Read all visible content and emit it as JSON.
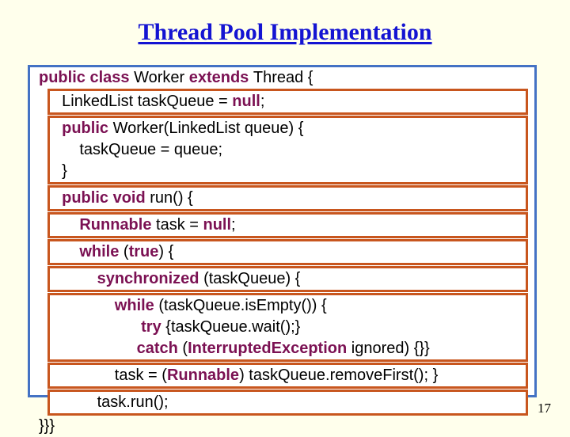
{
  "slide": {
    "title": "Thread Pool Implementation",
    "page_number": "17",
    "title_color": "#1414d2",
    "background_color": "#ffffec",
    "frame_border_color": "#4472c4",
    "box_border_color": "#c8561e",
    "keyword_color": "#7b1153",
    "identifier_color": "#000000"
  },
  "code": {
    "language": "java",
    "header_line": {
      "indent": "",
      "segments": [
        {
          "text": "public class ",
          "kind": "keyword"
        },
        {
          "text": "Worker ",
          "kind": "identifier"
        },
        {
          "text": "extends ",
          "kind": "keyword"
        },
        {
          "text": "Thread {",
          "kind": "identifier"
        }
      ]
    },
    "blocks": [
      {
        "id": "field-declaration",
        "lines": [
          {
            "indent": "  ",
            "segments": [
              {
                "text": "LinkedList taskQueue = ",
                "kind": "identifier"
              },
              {
                "text": "null",
                "kind": "keyword"
              },
              {
                "text": ";",
                "kind": "identifier"
              }
            ]
          }
        ]
      },
      {
        "id": "constructor",
        "lines": [
          {
            "indent": "  ",
            "segments": [
              {
                "text": "public ",
                "kind": "keyword"
              },
              {
                "text": "Worker(LinkedList queue) {",
                "kind": "identifier"
              }
            ]
          },
          {
            "indent": "      ",
            "segments": [
              {
                "text": "taskQueue = queue;",
                "kind": "identifier"
              }
            ]
          },
          {
            "indent": "  ",
            "segments": [
              {
                "text": "}",
                "kind": "identifier"
              }
            ]
          }
        ]
      },
      {
        "id": "run-method-signature",
        "lines": [
          {
            "indent": "  ",
            "segments": [
              {
                "text": "public void ",
                "kind": "keyword"
              },
              {
                "text": "run() {",
                "kind": "identifier"
              }
            ]
          }
        ]
      },
      {
        "id": "task-variable",
        "lines": [
          {
            "indent": "      ",
            "segments": [
              {
                "text": "Runnable ",
                "kind": "keyword"
              },
              {
                "text": "task = ",
                "kind": "identifier"
              },
              {
                "text": "null",
                "kind": "keyword"
              },
              {
                "text": ";",
                "kind": "identifier"
              }
            ]
          }
        ]
      },
      {
        "id": "while-true-loop",
        "lines": [
          {
            "indent": "      ",
            "segments": [
              {
                "text": "while ",
                "kind": "keyword"
              },
              {
                "text": "(",
                "kind": "identifier"
              },
              {
                "text": "true",
                "kind": "keyword"
              },
              {
                "text": ") {",
                "kind": "identifier"
              }
            ]
          }
        ]
      },
      {
        "id": "synchronized-block",
        "lines": [
          {
            "indent": "          ",
            "segments": [
              {
                "text": "synchronized ",
                "kind": "keyword"
              },
              {
                "text": "(taskQueue) {",
                "kind": "identifier"
              }
            ]
          }
        ]
      },
      {
        "id": "wait-loop",
        "lines": [
          {
            "indent": "              ",
            "segments": [
              {
                "text": "while ",
                "kind": "keyword"
              },
              {
                "text": "(taskQueue.isEmpty()) {",
                "kind": "identifier"
              }
            ]
          },
          {
            "indent": "                    ",
            "segments": [
              {
                "text": "try ",
                "kind": "keyword"
              },
              {
                "text": "{taskQueue.wait();}",
                "kind": "identifier"
              }
            ]
          },
          {
            "indent": "                   ",
            "segments": [
              {
                "text": "catch ",
                "kind": "keyword"
              },
              {
                "text": "(",
                "kind": "identifier"
              },
              {
                "text": "InterruptedException ",
                "kind": "keyword"
              },
              {
                "text": "ignored) {}}",
                "kind": "identifier"
              }
            ]
          }
        ]
      },
      {
        "id": "remove-first",
        "lines": [
          {
            "indent": "              ",
            "segments": [
              {
                "text": "task = (",
                "kind": "identifier"
              },
              {
                "text": "Runnable",
                "kind": "keyword"
              },
              {
                "text": ") taskQueue.removeFirst(); }",
                "kind": "identifier"
              }
            ]
          }
        ]
      },
      {
        "id": "task-run",
        "lines": [
          {
            "indent": "          ",
            "segments": [
              {
                "text": "task.run();",
                "kind": "identifier"
              }
            ]
          }
        ]
      }
    ],
    "footer_line": {
      "indent": "",
      "segments": [
        {
          "text": "}}}",
          "kind": "identifier"
        }
      ]
    }
  }
}
